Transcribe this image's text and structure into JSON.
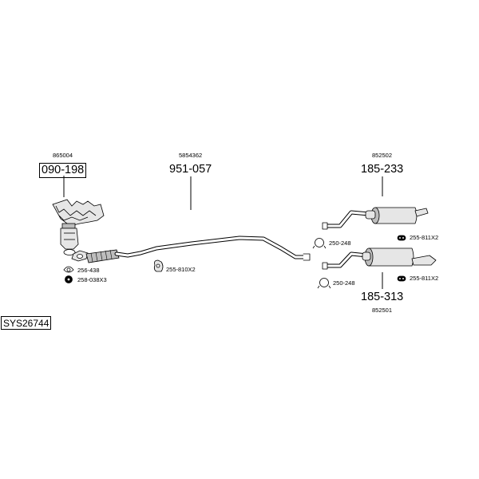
{
  "system_code": "SYS26744",
  "parts": {
    "manifold": {
      "ref": "865004",
      "number": "090-198"
    },
    "middle_pipe": {
      "ref": "5854362",
      "number": "951-057"
    },
    "rear_silencer_a": {
      "ref": "852502",
      "number": "185-233"
    },
    "rear_silencer_b": {
      "ref": "852501",
      "number": "185-313"
    }
  },
  "fittings": {
    "gasket": "256-438",
    "nut": "258-038X3",
    "hanger_middle": "255-810X2",
    "clamp_upper": "250-248",
    "hanger_upper": "255-811X2",
    "clamp_lower": "250-248",
    "hanger_lower": "255-811X2"
  },
  "colors": {
    "line": "#000000",
    "pipe_fill": "#ffffff",
    "part_fill": "#e6e6e6",
    "shade": "#bdbdbd"
  }
}
